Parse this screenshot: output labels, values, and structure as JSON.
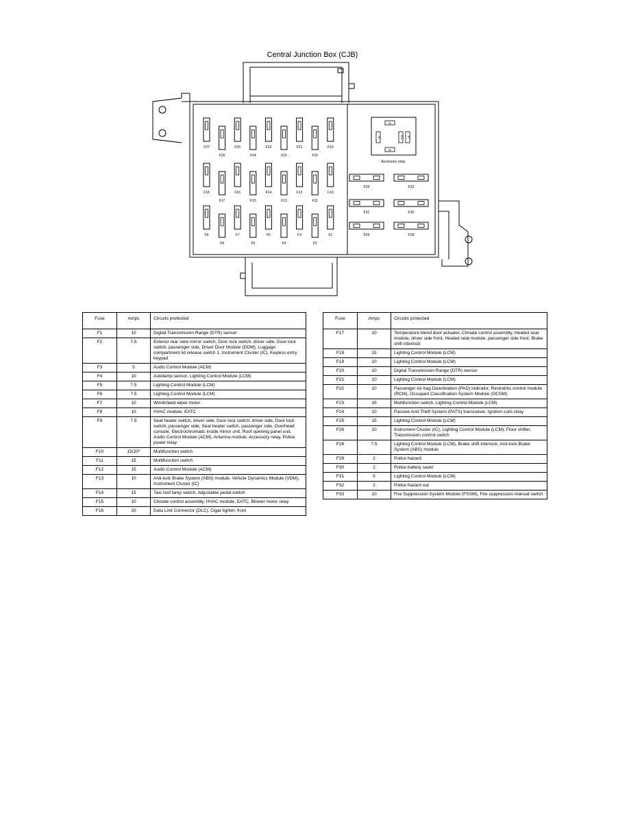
{
  "diagram": {
    "title": "Central Junction Box (CJB)",
    "relay_label": "Accessory relay",
    "relay_pins": [
      "85",
      "30",
      "87a",
      "87",
      "86"
    ],
    "fuse_rows": [
      [
        {
          "label": "F27",
          "offset": false
        },
        {
          "label": "F26",
          "offset": true
        },
        {
          "label": "F25",
          "offset": false
        },
        {
          "label": "F24",
          "offset": true
        },
        {
          "label": "F23",
          "offset": false
        },
        {
          "label": "F22",
          "offset": true
        },
        {
          "label": "F21",
          "offset": false
        },
        {
          "label": "F20",
          "offset": true
        },
        {
          "label": "F19",
          "offset": false
        }
      ],
      [
        {
          "label": "F18",
          "offset": false
        },
        {
          "label": "F17",
          "offset": true
        },
        {
          "label": "F16",
          "offset": false
        },
        {
          "label": "F15",
          "offset": true
        },
        {
          "label": "F14",
          "offset": false
        },
        {
          "label": "F13",
          "offset": true
        },
        {
          "label": "F12",
          "offset": false
        },
        {
          "label": "F11",
          "offset": true
        },
        {
          "label": "F10",
          "offset": false
        }
      ],
      [
        {
          "label": "F9",
          "offset": false
        },
        {
          "label": "F8",
          "offset": true
        },
        {
          "label": "F7",
          "offset": false
        },
        {
          "label": "F6",
          "offset": true
        },
        {
          "label": "F5",
          "offset": false
        },
        {
          "label": "F4",
          "offset": true
        },
        {
          "label": "F3",
          "offset": false
        },
        {
          "label": "F2",
          "offset": true
        },
        {
          "label": "F1",
          "offset": false
        }
      ]
    ],
    "maxi_fuses": [
      [
        "F33",
        "F32"
      ],
      [
        "F31",
        "F30"
      ],
      [
        "F29",
        "F28"
      ]
    ]
  },
  "table": {
    "headers": {
      "fuse": "Fuse",
      "amps": "Amps",
      "circuits": "Circuits protected"
    },
    "left": [
      {
        "fuse": "F1",
        "amps": "10",
        "circuits": "Digital Transmission Range (DTR) sensor"
      },
      {
        "fuse": "F2",
        "amps": "7.5",
        "circuits": "Exterior rear view mirror switch, Door lock switch, driver side, Door lock switch, passenger side, Driver Door Module (DDM), Luggage compartment lid release switch 1, Instrument Cluster (IC), Keyless entry keypad"
      },
      {
        "fuse": "F3",
        "amps": "5",
        "circuits": "Audio Control Module (ACM)"
      },
      {
        "fuse": "F4",
        "amps": "10",
        "circuits": "Autolamp sensor, Lighting Control Module (LCM)"
      },
      {
        "fuse": "F5",
        "amps": "7.5",
        "circuits": "Lighting Control Module (LCM)"
      },
      {
        "fuse": "F6",
        "amps": "7.5",
        "circuits": "Lighting Control Module (LCM)"
      },
      {
        "fuse": "F7",
        "amps": "10",
        "circuits": "Windshield wiper motor"
      },
      {
        "fuse": "F8",
        "amps": "10",
        "circuits": "HVAC module, EATC"
      },
      {
        "fuse": "F9",
        "amps": "7.5",
        "circuits": "Seat heater switch, driver side, Door lock switch, driver side, Door lock switch, passenger side, Seat heater switch, passenger side, Overhead console, Electrochromatic inside mirror unit, Roof opening panel unit, Audio Control Module (ACM), Antenna module, Accessory relay, Police power relay"
      },
      {
        "fuse": "F10",
        "amps": "15/20*",
        "circuits": "Multifunction switch"
      },
      {
        "fuse": "F11",
        "amps": "15",
        "circuits": "Multifunction switch"
      },
      {
        "fuse": "F12",
        "amps": "15",
        "circuits": "Audio Control Module (ACM)"
      },
      {
        "fuse": "F13",
        "amps": "10",
        "circuits": "Anti-lock Brake System (ABS) module, Vehicle Dynamics Module (VDM), Instrument Cluster (IC)"
      },
      {
        "fuse": "F14",
        "amps": "15",
        "circuits": "Taxi roof lamp switch, Adjustable pedal switch"
      },
      {
        "fuse": "F15",
        "amps": "10",
        "circuits": "Climate control assembly, HVAC module, EATC, Blower motor relay"
      },
      {
        "fuse": "F16",
        "amps": "20",
        "circuits": "Data Link Connector (DLC), Cigar lighter, front"
      }
    ],
    "right": [
      {
        "fuse": "F17",
        "amps": "10",
        "circuits": "Temperature blend door actuator, Climate control assembly, Heated seat module, driver side front, Heated seat module, passenger side front, Brake shift interlock"
      },
      {
        "fuse": "F18",
        "amps": "15",
        "circuits": "Lighting Control Module (LCM)"
      },
      {
        "fuse": "F19",
        "amps": "10",
        "circuits": "Lighting Control Module (LCM)"
      },
      {
        "fuse": "F20",
        "amps": "10",
        "circuits": "Digital Transmission Range (DTR) sensor"
      },
      {
        "fuse": "F21",
        "amps": "10",
        "circuits": "Lighting Control Module (LCM)"
      },
      {
        "fuse": "F22",
        "amps": "10",
        "circuits": "Passenger Air bag Deactivation (PAD) indicator, Restraints control module (RCM), Occupant Classification System Module (OCSM)"
      },
      {
        "fuse": "F23",
        "amps": "15",
        "circuits": "Multifunction switch, Lighting Control Module (LCM)"
      },
      {
        "fuse": "F24",
        "amps": "10",
        "circuits": "Passive Anti-Theft System (PATS) transceiver, Ignition coils relay"
      },
      {
        "fuse": "F25",
        "amps": "15",
        "circuits": "Lighting Control Module (LCM)"
      },
      {
        "fuse": "F26",
        "amps": "10",
        "circuits": "Instrument Cluster (IC), Lighting Control Module (LCM), Floor shifter, Transmission control switch"
      },
      {
        "fuse": "F28",
        "amps": "7.5",
        "circuits": "Lighting Control Module (LCM), Brake shift interlock, Anti-lock Brake System (ABS) module"
      },
      {
        "fuse": "F29",
        "amps": "2",
        "circuits": "Police hazard"
      },
      {
        "fuse": "F30",
        "amps": "2",
        "circuits": "Police battery saver"
      },
      {
        "fuse": "F31",
        "amps": "5",
        "circuits": "Lighting Control Module (LCM)"
      },
      {
        "fuse": "F32",
        "amps": "2",
        "circuits": "Police hazard out"
      },
      {
        "fuse": "F33",
        "amps": "10",
        "circuits": "Fire Suppression System Module (FSSM), Fire suppression manual switch"
      }
    ]
  }
}
